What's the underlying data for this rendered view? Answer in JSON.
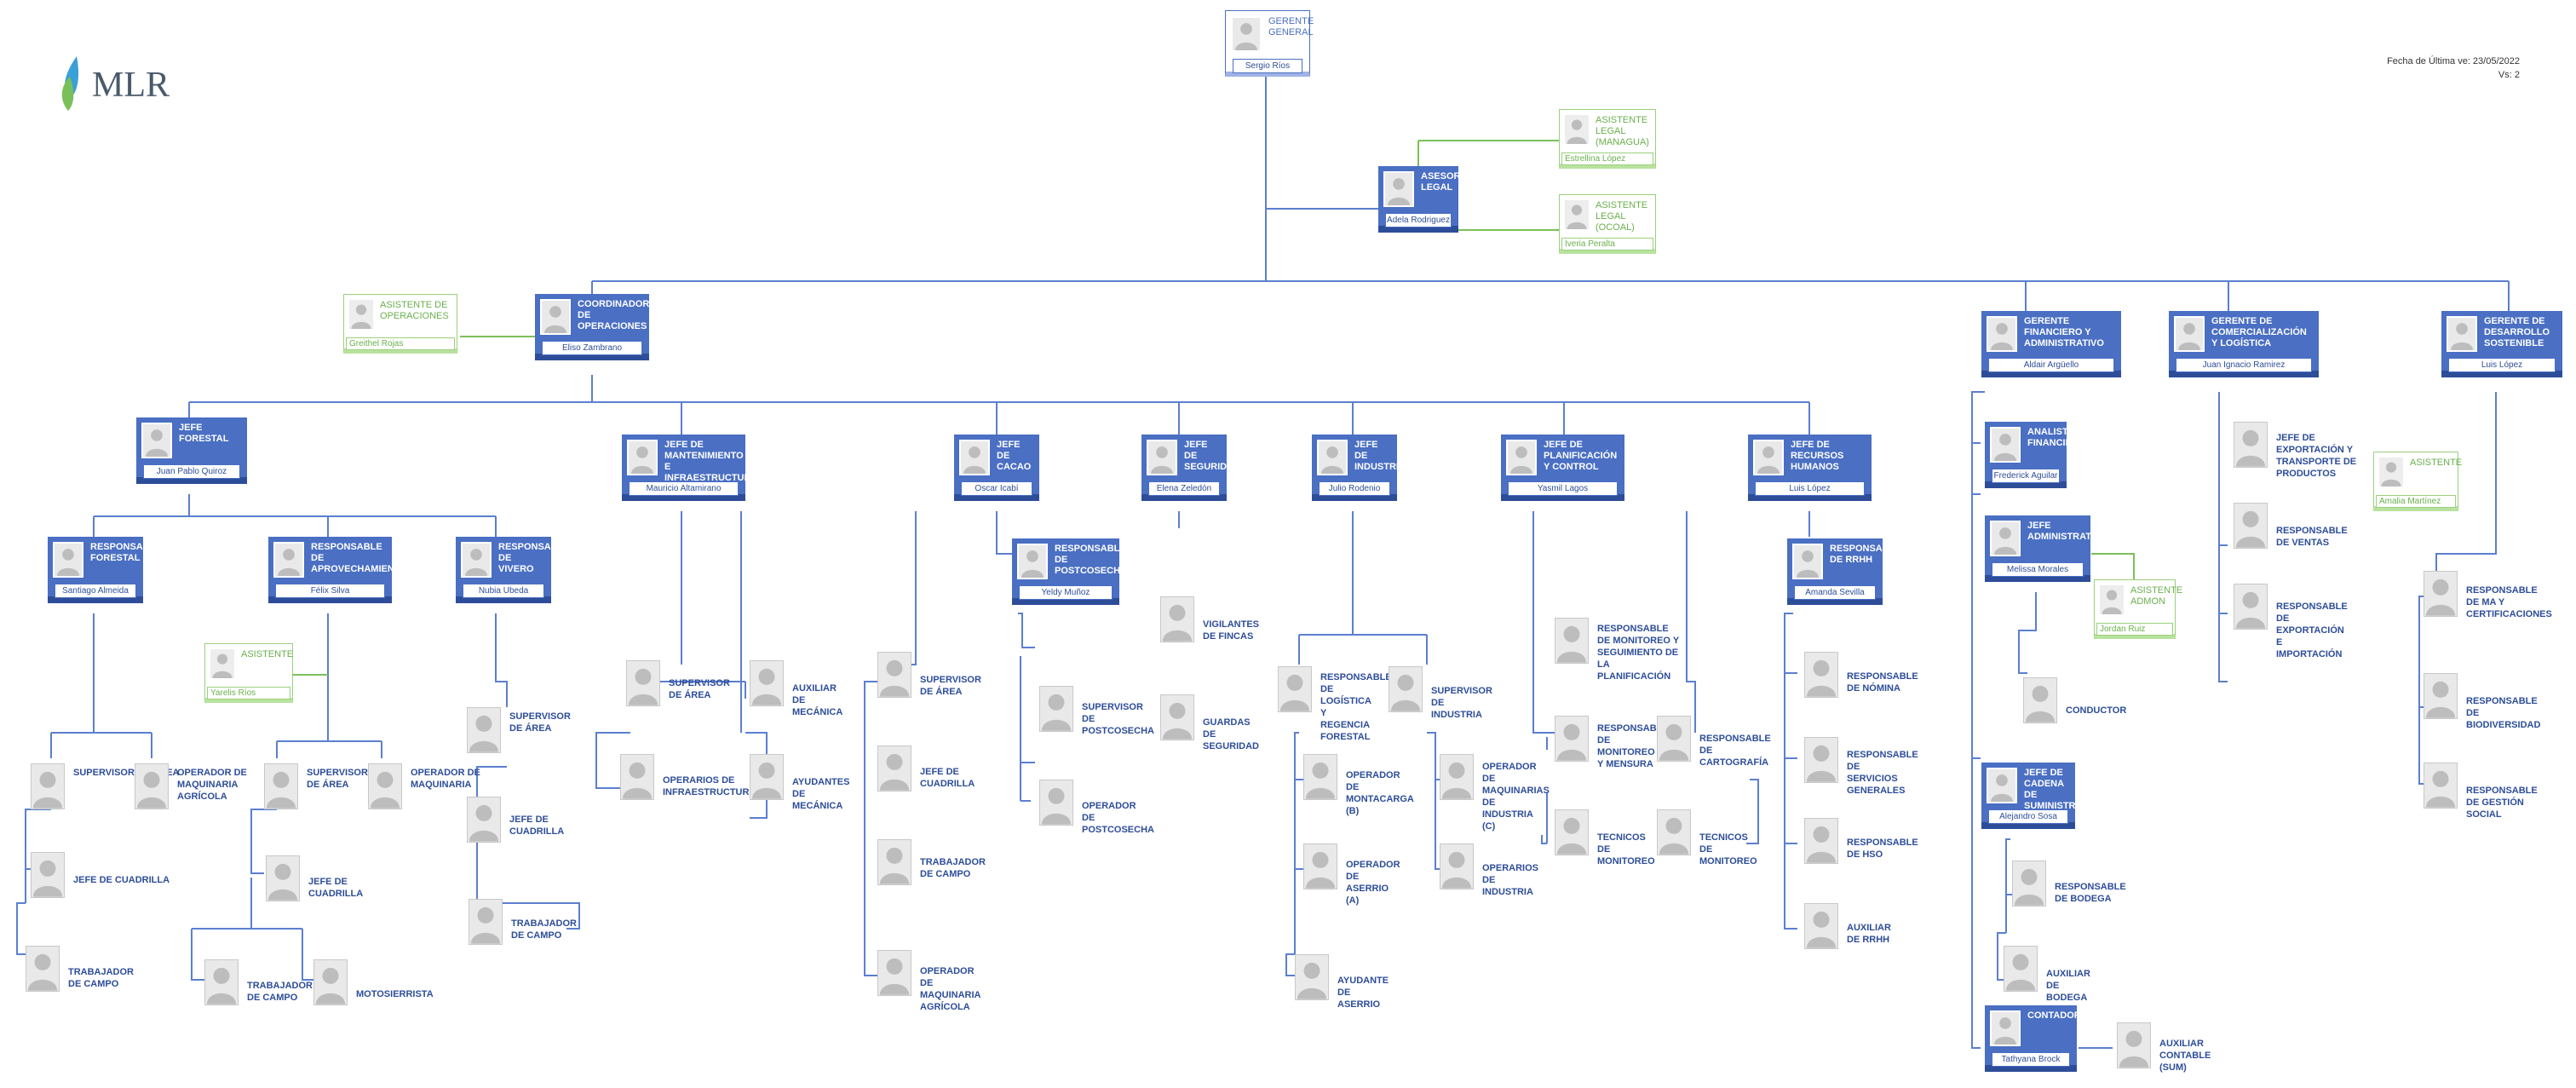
{
  "header": {
    "logo_text": "MLR",
    "date_line": "Fecha de Última ve: 23/05/2022",
    "version_line": "Vs: 2"
  },
  "colors": {
    "primary": "#4a6fc3",
    "dark": "#2d4d99",
    "assistant": "#6ab04c",
    "line_blue": "#5b7fd0",
    "line_green": "#7cbf5a"
  },
  "nodes": {
    "gg": {
      "title": "GERENTE GENERAL",
      "name": "Sergio Ríos"
    },
    "al": {
      "title": "ASESORA LEGAL",
      "name": "Adela Rodriguez"
    },
    "alm": {
      "title": "ASISTENTE LEGAL (Managua)",
      "name": "Estrellina López"
    },
    "alo": {
      "title": "ASISTENTE LEGAL (Ocoal)",
      "name": "Iveria Peralta"
    },
    "ao": {
      "title": "ASISTENTE DE OPERACIONES",
      "name": "Greithel Rojas"
    },
    "co": {
      "title": "COORDINADOR DE OPERACIONES",
      "name": "Eliso Zambrano"
    },
    "gf": {
      "title": "GERENTE FINANCIERO Y ADMINISTRATIVO",
      "name": "Aldair Argüello"
    },
    "gc": {
      "title": "GERENTE DE COMERCIALIZACIÓN Y LOGÍSTICA",
      "name": "Juan Ignacio Ramirez"
    },
    "gd": {
      "title": "GERENTE DE DESARROLLO SOSTENIBLE",
      "name": "Luis López"
    },
    "jf": {
      "title": "JEFE FORESTAL",
      "name": "Juan Pablo Quiroz"
    },
    "jm": {
      "title": "JEFE DE MANTENIMIENTO E INFRAESTRUCTURA",
      "name": "Mauricio Altamirano"
    },
    "jc": {
      "title": "JEFE DE CACAO",
      "name": "Oscar Icabí"
    },
    "js": {
      "title": "JEFE DE SEGURIDAD",
      "name": "Elena Zeledón"
    },
    "ji": {
      "title": "JEFE DE INDUSTRIA",
      "name": "Julio Rodenio"
    },
    "jp": {
      "title": "JEFE DE PLANIFICACIÓN Y CONTROL",
      "name": "Yasmil Lagos"
    },
    "jr": {
      "title": "JEFE DE RECURSOS HUMANOS",
      "name": "Luis López"
    },
    "rf": {
      "title": "RESPONSABLE FORESTAL",
      "name": "Santiago Almeida"
    },
    "ra": {
      "title": "RESPONSABLE DE APROVECHAMIENTO",
      "name": "Félix Silva"
    },
    "rv": {
      "title": "RESPONSABLE DE VIVERO",
      "name": "Nubia Ubeda"
    },
    "asa": {
      "title": "ASISTENTE",
      "name": "Yarelis Ríos"
    },
    "rp": {
      "title": "RESPONSABLE DE POSTCOSECHA",
      "name": "Yeldy Muñoz"
    },
    "rrh": {
      "title": "RESPONSABLE DE RRHH",
      "name": "Amanda Sevilla"
    },
    "afi": {
      "title": "ANALISTA FINANCIERO",
      "name": "Frederick Aguilar"
    },
    "jad": {
      "title": "JEFE ADMINISTRATIVO",
      "name": "Melissa Morales"
    },
    "aad": {
      "title": "ASISTENTE ADMON",
      "name": "Jordan Ruiz"
    },
    "jcs": {
      "title": "JEFE DE CADENA DE SUMINISTRO",
      "name": "Alejandro Sosa"
    },
    "cnt": {
      "title": "CONTADORA",
      "name": "Tathyana Brock"
    },
    "asd": {
      "title": "ASISTENTE",
      "name": "Amalia Martínez"
    }
  },
  "positions": {
    "sa1": "SUPERVISOR DE ÁREA",
    "om1": "OPERADOR DE MAQUINARIA AGRÍCOLA",
    "jcu1": "JEFE DE CUADRILLA",
    "tc1": "TRABAJADOR DE CAMPO",
    "sa2": "SUPERVISOR DE ÁREA",
    "om2": "OPERADOR DE MAQUINARIA",
    "jcu2": "JEFE DE CUADRILLA",
    "tc2": "TRABAJADOR DE CAMPO",
    "mot": "MOTOSIERRISTA",
    "sa3": "SUPERVISOR DE ÁREA",
    "jcu3": "JEFE DE CUADRILLA",
    "tc3": "TRABAJADOR DE CAMPO",
    "sam": "SUPERVISOR DE ÁREA",
    "opi": "OPERARIOS DE INFRAESTRUCTURA",
    "amc": "AUXILIAR DE MECÁNICA",
    "ayu": "AYUDANTES DE MECÁNICA",
    "sac": "SUPERVISOR DE ÁREA",
    "jcc": "JEFE DE CUADRILLA",
    "tcc": "TRABAJADOR DE CAMPO",
    "omc": "OPERADOR DE MAQUINARIA AGRÍCOLA",
    "spc": "SUPERVISOR DE POSTCOSECHA",
    "opc": "OPERADOR DE POSTCOSECHA",
    "vig": "VIGILANTES DE FINCAS",
    "gua": "GUARDAS DE SEGURIDAD",
    "rlg": "RESPONSABLE DE LOGÍSTICA Y REGENCIA FORESTAL",
    "sin": "SUPERVISOR DE INDUSTRIA",
    "omb": "OPERADOR DE MONTACARGA (B)",
    "oma": "OPERADOR DE MAQUINARIAS DE INDUSTRIA (C)",
    "oas": "OPERADOR DE ASERRIO (A)",
    "oin": "OPERARIOS DE INDUSTRIA",
    "aas": "AYUDANTE DE ASERRIO",
    "rmp": "RESPONSABLE DE MONITOREO Y SEGUIMIENTO DE LA PLANIFICACIÓN",
    "rmm": "RESPONSABLE DE MONITOREO Y MENSURA",
    "rca": "RESPONSABLE DE CARTOGRAFÍA",
    "tm1": "TECNICOS DE MONITOREO",
    "tm2": "TECNICOS DE MONITOREO",
    "rno": "RESPONSABLE DE NÓMINA",
    "rsg": "RESPONSABLE DE SERVICIOS GENERALES",
    "rhs": "RESPONSABLE DE HSO",
    "arh": "AUXILIAR DE RRHH",
    "con": "CONDUCTOR",
    "rbo": "RESPONSABLE DE BODEGA",
    "abo": "AUXILIAR DE BODEGA",
    "acn": "AUXILIAR CONTABLE (SUM)",
    "jet": "JEFE DE EXPORTACIÓN Y TRANSPORTE DE PRODUCTOS",
    "rve": "RESPONSABLE DE VENTAS",
    "rei": "RESPONSABLE DE EXPORTACIÓN E IMPORTACIÓN",
    "rmc": "RESPONSABLE DE MA Y CERTIFICACIONES",
    "rbi": "RESPONSABLE DE BIODIVERSIDAD",
    "rgs": "RESPONSABLE DE GESTIÓN SOCIAL"
  }
}
